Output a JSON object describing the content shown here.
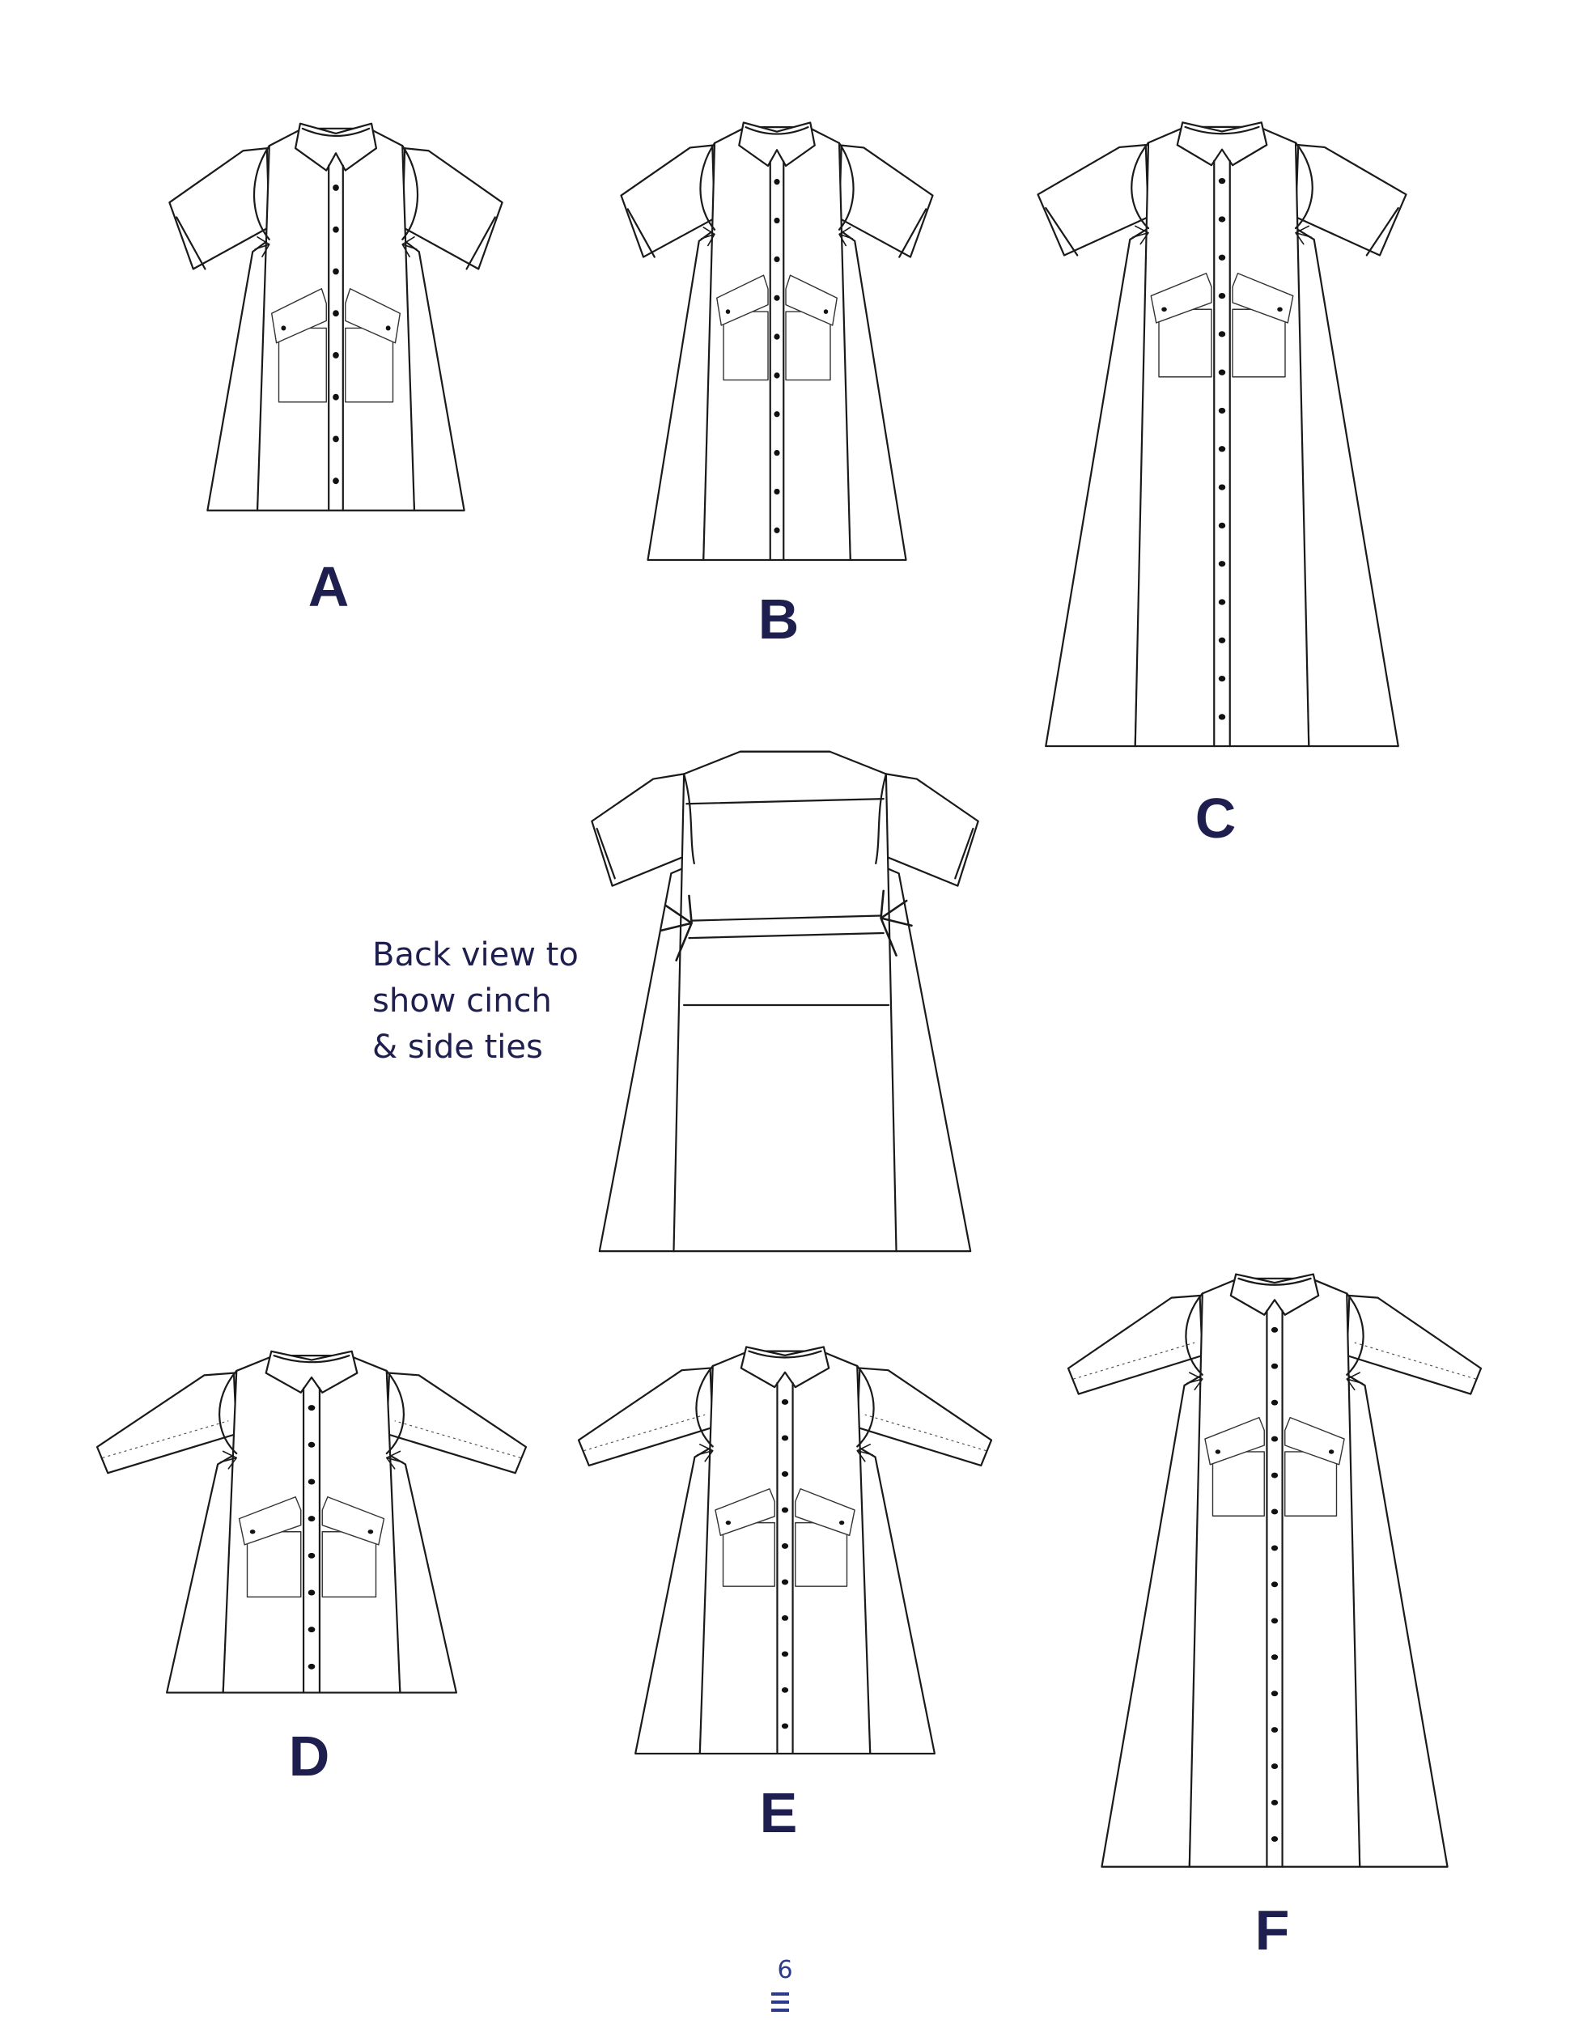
{
  "views": [
    {
      "id": "A",
      "label": "A",
      "kind": "front",
      "sleeve": "short",
      "length": "top",
      "pocket": "long"
    },
    {
      "id": "B",
      "label": "B",
      "kind": "front",
      "sleeve": "short",
      "length": "knee",
      "pocket": "long"
    },
    {
      "id": "C",
      "label": "C",
      "kind": "front",
      "sleeve": "short",
      "length": "maxi",
      "pocket": "long"
    },
    {
      "id": "D",
      "label": "D",
      "kind": "front",
      "sleeve": "elbow",
      "length": "top",
      "pocket": "long"
    },
    {
      "id": "E",
      "label": "E",
      "kind": "front",
      "sleeve": "elbow",
      "length": "knee",
      "pocket": "long"
    },
    {
      "id": "F",
      "label": "F",
      "kind": "front",
      "sleeve": "elbow",
      "length": "maxi",
      "pocket": "long"
    }
  ],
  "back_view": {
    "kind": "back",
    "note_lines": [
      "Back view to",
      "show cinch",
      "& side ties"
    ]
  },
  "page_number": "6",
  "colors": {
    "label": "#1e1f4f",
    "page_number": "#2b3a8c",
    "line": "#1a1a1a"
  },
  "icons": {
    "logo": "logo-mark-icon"
  }
}
